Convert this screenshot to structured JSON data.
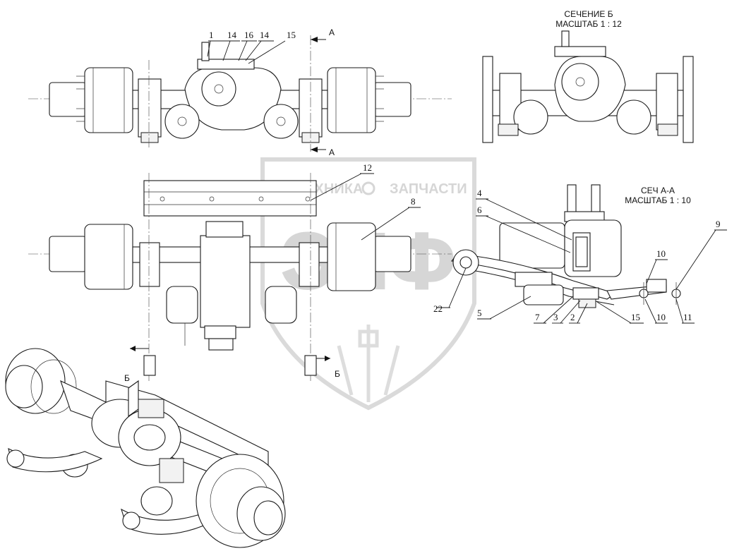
{
  "section_b": {
    "title": "СЕЧЕНИЕ Б",
    "scale": "МАСШТАБ 1 : 12"
  },
  "section_a": {
    "title": "СЕЧ А-А",
    "scale": "МАСШТАБ 1 : 10"
  },
  "cut_labels": {
    "a_top": "А",
    "a_bottom": "А",
    "b_left": "Б",
    "b_right": "Б"
  },
  "callouts": {
    "c1": "1",
    "c14a": "14",
    "c16": "16",
    "c14b": "14",
    "c15a": "15",
    "c12": "12",
    "c8": "8",
    "c22": "22",
    "c4": "4",
    "c6": "6",
    "c5": "5",
    "c7": "7",
    "c3": "3",
    "c2": "2",
    "c15b": "15",
    "c9": "9",
    "c10a": "10",
    "c10b": "10",
    "c11": "11"
  },
  "watermark": {
    "line1": "ТЕХНИКА",
    "line2": "ЗАПЧАСТИ",
    "logo": "ЭЛФ"
  },
  "colors": {
    "line": "#1a1a1a",
    "watermark": "#d0d0d0"
  }
}
